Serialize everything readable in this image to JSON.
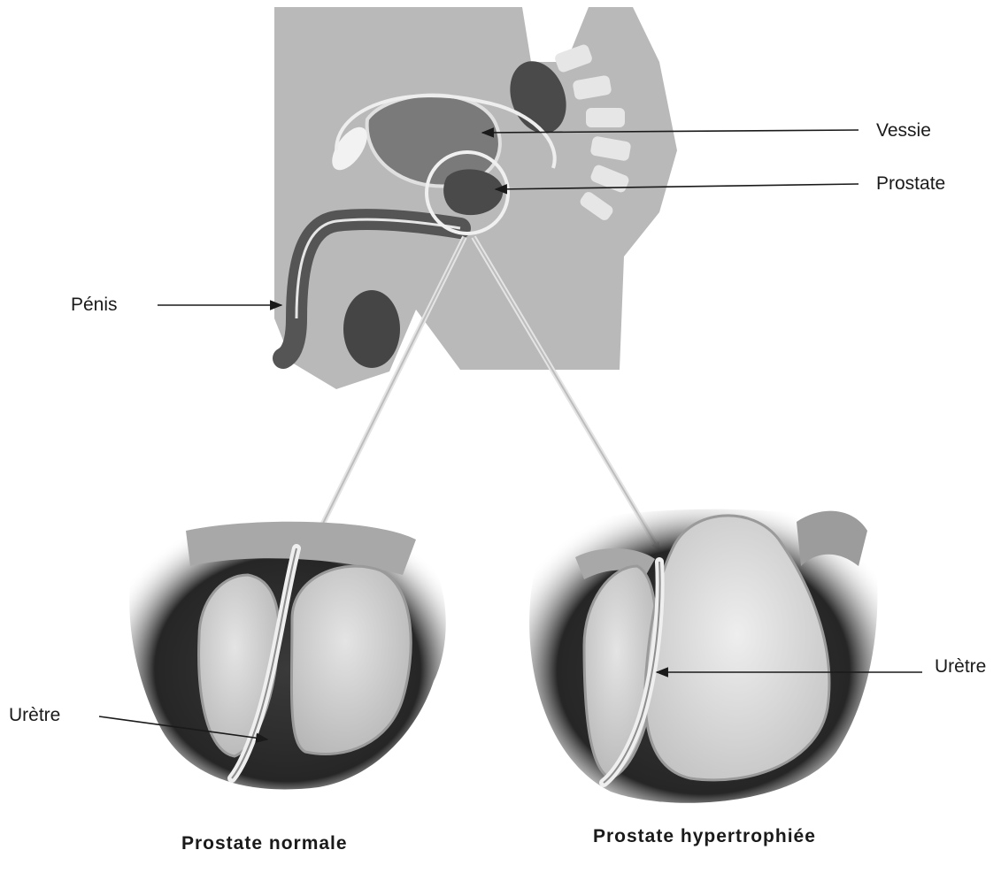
{
  "labels": {
    "vessie": "Vessie",
    "prostate": "Prostate",
    "penis": "Pénis",
    "uretre_left": "Urètre",
    "uretre_right": "Urètre"
  },
  "captions": {
    "normal": "Prostate normale",
    "enlarged": "Prostate hypertrophiée"
  },
  "colors": {
    "tissue": "#b9b9b9",
    "organ": "#7a7a7a",
    "dark_organ": "#4a4a4a",
    "shadow": "#2a2a2a",
    "gland": "#d6d6d6",
    "highlight": "#ececec",
    "line": "#1a1a1a"
  }
}
